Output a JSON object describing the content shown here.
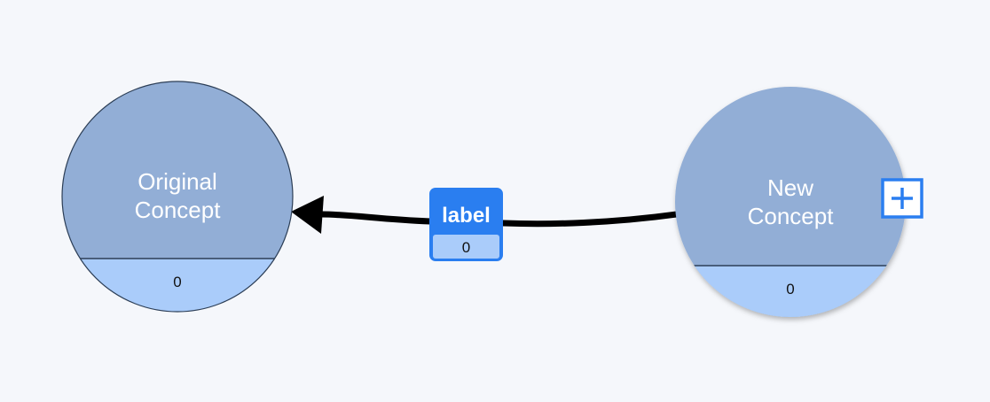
{
  "nodes": [
    {
      "id": "original",
      "title_lines": [
        "Original",
        "Concept"
      ],
      "count": "0"
    },
    {
      "id": "new",
      "title_lines": [
        "New",
        "Concept"
      ],
      "count": "0"
    }
  ],
  "link": {
    "label": "label",
    "count": "0"
  },
  "expand_icon": "plus-icon",
  "colors": {
    "background": "#f5f7fb",
    "node_fill": "#92aed6",
    "count_fill": "#aaccfa",
    "link_badge": "#2a7ef0",
    "edge": "#000000",
    "expand_icon": "#2a7ef0"
  }
}
